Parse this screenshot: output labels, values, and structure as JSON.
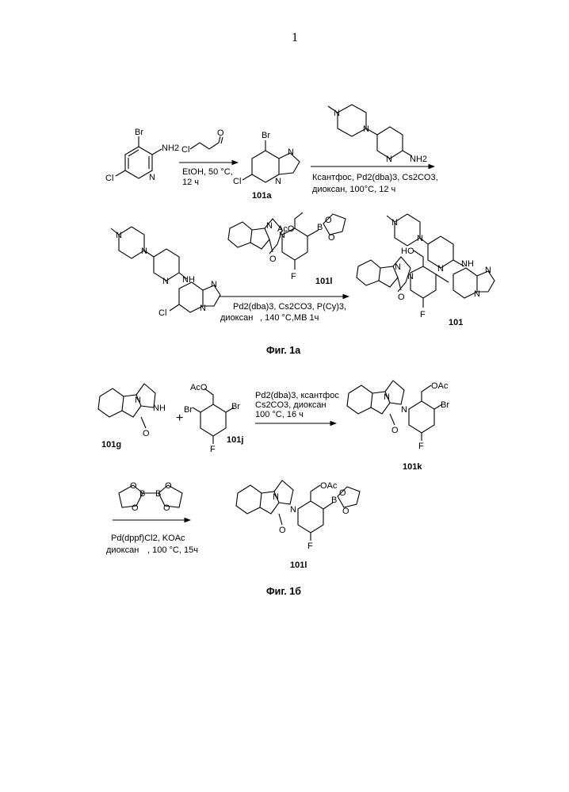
{
  "page_number": "1",
  "scheme_1a": {
    "caption": "Фиг. 1а",
    "step1": {
      "reagent_atoms": {
        "br": "Br",
        "nh2": "NH2",
        "n": "N",
        "cl": "Cl"
      },
      "chloroacetaldehyde_cl": "Cl",
      "conditions_line1": "EtOH, 50 °C,",
      "conditions_line2": "12 ч",
      "product_label": "101a",
      "product_atoms": {
        "br": "Br",
        "n1": "N",
        "n2": "N",
        "cl": "Cl"
      }
    },
    "step2": {
      "aminopyridine_atoms": {
        "n_me": "N",
        "n_pip": "N",
        "n_py": "N",
        "nh2": "NH2"
      },
      "conditions_line1": "Ксантфос, Pd2(dba)3, Cs2CO3,",
      "conditions_line2": "диоксан, 100°C, 12 ч"
    },
    "step3": {
      "intermediate_atoms": {
        "n1": "N",
        "n2": "N",
        "n3": "N",
        "nh": "NH",
        "n4": "N",
        "n5": "N",
        "cl": "Cl"
      },
      "boronate_atoms": {
        "aco": "AcO",
        "n1": "N",
        "n2": "N",
        "o_carbonyl": "O",
        "b": "B",
        "o1": "O",
        "o2": "O",
        "f": "F"
      },
      "boronate_label": "101l",
      "conditions_line1": "Pd2(dba)3, Cs2CO3, P(Cy)3,",
      "conditions_line2a": "диоксан",
      "conditions_line2b": ", 140 °C,МВ  1ч",
      "product_label": "101",
      "product_atoms": {
        "n1": "N",
        "n2": "N",
        "n3": "N",
        "nh": "NH",
        "n4": "N",
        "n5": "N",
        "n6": "N",
        "n7": "N",
        "ho": "HO",
        "o": "O",
        "f": "F"
      }
    }
  },
  "scheme_1b": {
    "caption": "Фиг. 1б",
    "step1": {
      "lactam_label": "101g",
      "lactam_atoms": {
        "n": "N",
        "nh": "NH",
        "o": "O"
      },
      "plus": "+",
      "dibromide_label": "101j",
      "dibromide_atoms": {
        "aco": "AcO",
        "br1": "Br",
        "br2": "Br",
        "f": "F"
      },
      "conditions_line1": "Pd2(dba)3, ксантфос",
      "conditions_line2": "Cs2CO3, диоксан",
      "conditions_line3": "100 °C, 16 ч",
      "product_label": "101k",
      "product_atoms": {
        "n1": "N",
        "n2": "N",
        "o": "O",
        "oac": "OAc",
        "br": "Br",
        "f": "F"
      }
    },
    "step2": {
      "b2pin2_atoms": {
        "o1": "O",
        "o2": "O",
        "o3": "O",
        "o4": "O",
        "b1": "B",
        "b2": "B"
      },
      "conditions_line1": "Pd(dppf)Cl2, KOAc",
      "conditions_line2a": "диоксан",
      "conditions_line2b": ", 100 °C, 15ч",
      "product_label": "101l",
      "product_atoms": {
        "n1": "N",
        "n2": "N",
        "o": "O",
        "oac": "OAc",
        "b": "B",
        "o1": "O",
        "o2": "O",
        "f": "F"
      }
    }
  }
}
